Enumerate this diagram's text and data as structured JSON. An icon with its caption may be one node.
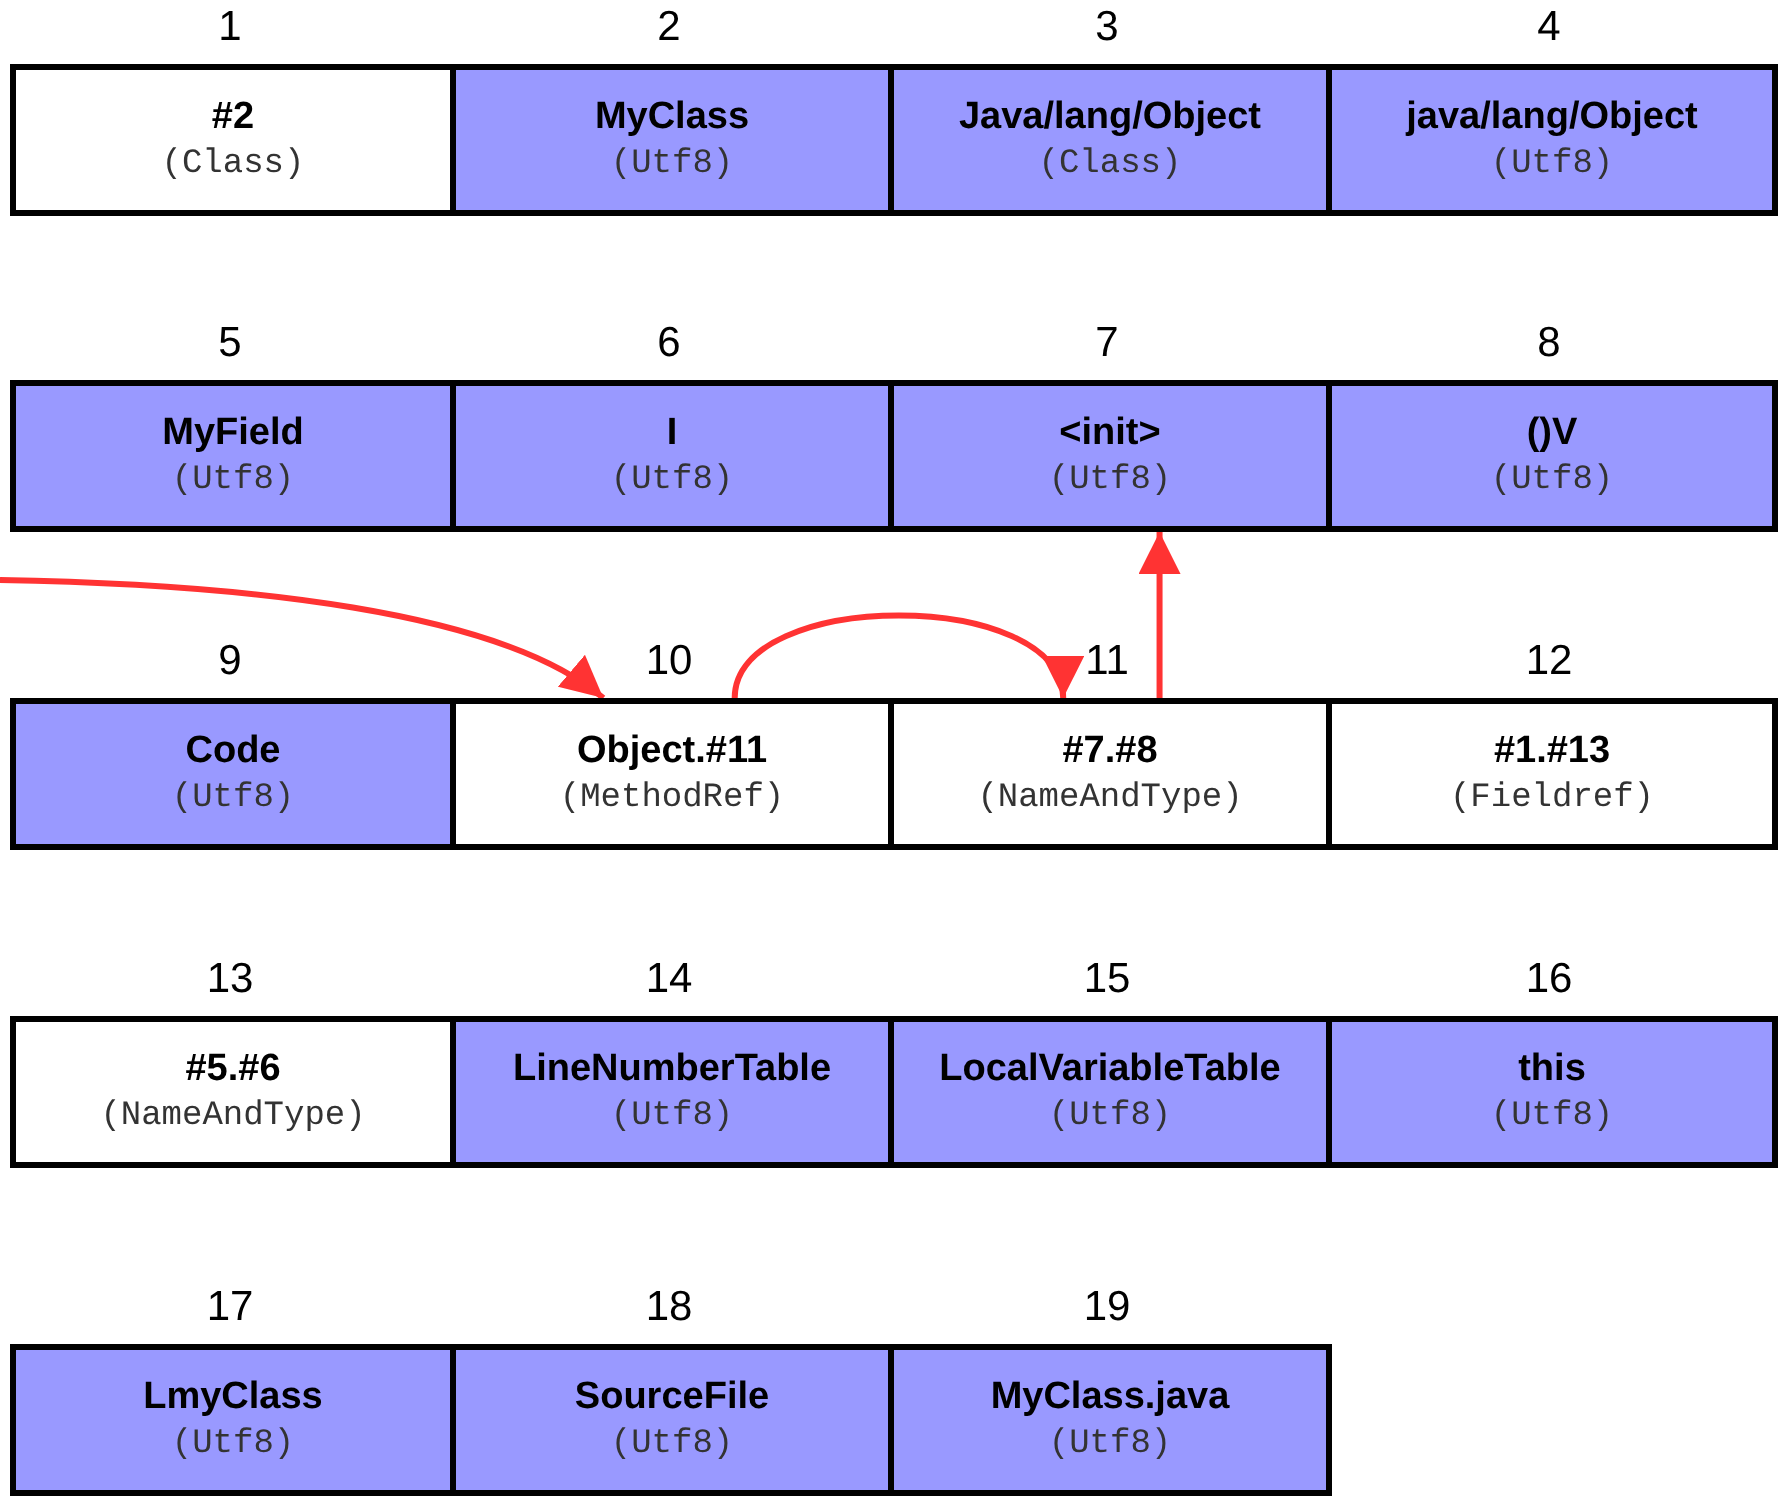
{
  "diagram": {
    "nodes": [
      {
        "text": [
          "#2",
          "(Class)"
        ],
        "beside": [
          "1"
        ]
      },
      {
        "text": [
          "MyClass",
          "(Utf8)"
        ],
        "beside": [
          "2"
        ]
      },
      {
        "text": [
          "Java/lang/Object",
          "(Class)"
        ],
        "beside": [
          "3"
        ]
      },
      {
        "text": [
          "java/lang/Object",
          "(Utf8)"
        ],
        "beside": [
          "4"
        ]
      },
      {
        "text": [
          "MyField",
          "(Utf8)"
        ],
        "beside": [
          "5"
        ]
      },
      {
        "text": [
          "I",
          "(Utf8)"
        ],
        "beside": [
          "6"
        ]
      },
      {
        "text": [
          "<init>",
          "(Utf8)"
        ],
        "beside": [
          "7"
        ]
      },
      {
        "text": [
          "()V",
          "(Utf8)"
        ],
        "beside": [
          "8"
        ]
      },
      {
        "text": [
          "Code",
          "(Utf8)"
        ],
        "beside": [
          "9"
        ]
      },
      {
        "text": [
          "Object.#11",
          "(MethodRef)"
        ],
        "beside": [
          "10"
        ]
      },
      {
        "text": [
          "#7.#8",
          "(NameAndType)"
        ],
        "beside": [
          "11"
        ]
      },
      {
        "text": [
          "#1.#13",
          "(Fieldref)"
        ],
        "beside": [
          "12"
        ]
      },
      {
        "text": [
          "#5.#6",
          "(NameAndType)"
        ],
        "beside": [
          "13"
        ]
      },
      {
        "text": [
          "LineNumberTable",
          "(Utf8)"
        ],
        "beside": [
          "14"
        ]
      },
      {
        "text": [
          "LocalVariableTable",
          "(Utf8)"
        ],
        "beside": [
          "15"
        ]
      },
      {
        "text": [
          "this",
          "(Utf8)"
        ],
        "beside": [
          "16"
        ]
      },
      {
        "text": [
          "LmyClass",
          "(Utf8)"
        ],
        "beside": [
          "17"
        ]
      },
      {
        "text": [
          "SourceFile",
          "(Utf8)"
        ],
        "beside": [
          "18"
        ]
      },
      {
        "text": [
          "MyClass.java",
          "(Utf8)"
        ],
        "beside": [
          "19"
        ]
      }
    ],
    "edges": [
      {
        "from": null,
        "to": 9,
        "arrow": "to",
        "color": "#ff3333"
      },
      {
        "from": 9,
        "to": 10,
        "arrow": "to",
        "color": "#ff3333"
      },
      {
        "from": 10,
        "to": 6,
        "arrow": "to",
        "color": "#ff3333"
      }
    ]
  }
}
